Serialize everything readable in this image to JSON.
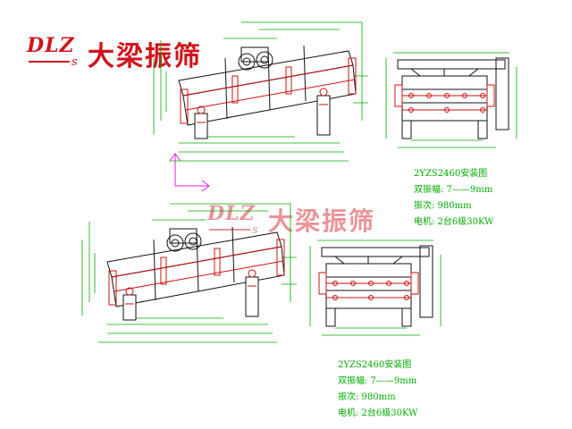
{
  "brand": {
    "mark": "DLZ",
    "mark_sub": "s",
    "name": "大梁振筛"
  },
  "spec_top": {
    "title": "2YZS2460安装图",
    "amplitude": "双振幅: 7——9mm",
    "frequency": "振次: 980mm",
    "motor": "电机: 2台6级30KW"
  },
  "spec_bottom": {
    "title": "2YZS2460安装图",
    "amplitude": "双振幅: 7——9mm",
    "frequency": "振次: 980mm",
    "motor": "电机: 2台6级30KW"
  },
  "colors": {
    "brand_red": "#d0141c",
    "outline_black": "#111111",
    "dimension_green": "#00aa00",
    "part_red": "#cc1111",
    "axis_magenta": "#e020e0"
  },
  "axis_icon": "ucs-axis-icon"
}
